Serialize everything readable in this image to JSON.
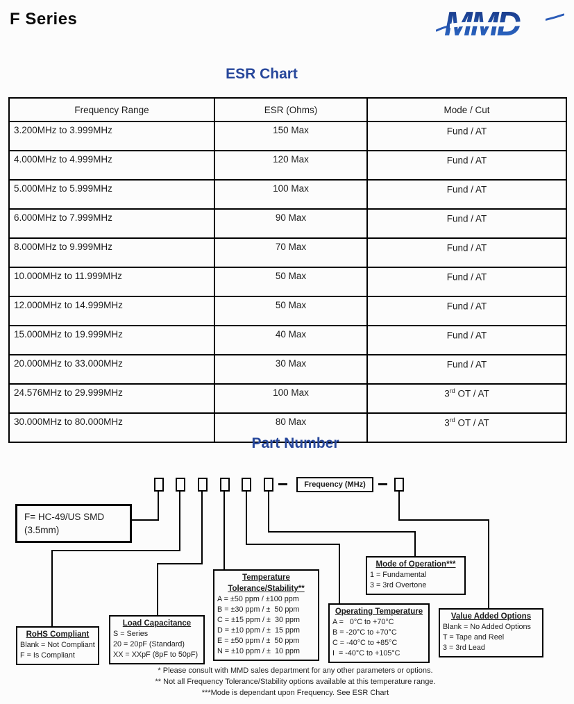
{
  "header": {
    "title": "F Series",
    "logo_text": "MMD"
  },
  "colors": {
    "heading_blue": "#27479b",
    "logo_blue_dark": "#16337f",
    "logo_blue_light": "#2f6fd0"
  },
  "esr_chart": {
    "heading": "ESR Chart",
    "columns": [
      "Frequency Range",
      "ESR (Ohms)",
      "Mode / Cut"
    ],
    "rows": [
      {
        "range": "3.200MHz to 3.999MHz",
        "esr": "150 Max",
        "mode": "Fund / AT",
        "mode_sup": "",
        "mode_rest": ""
      },
      {
        "range": "4.000MHz to 4.999MHz",
        "esr": "120 Max",
        "mode": "Fund / AT",
        "mode_sup": "",
        "mode_rest": ""
      },
      {
        "range": "5.000MHz to 5.999MHz",
        "esr": "100 Max",
        "mode": "Fund / AT",
        "mode_sup": "",
        "mode_rest": ""
      },
      {
        "range": "6.000MHz to 7.999MHz",
        "esr": "90 Max",
        "mode": "Fund / AT",
        "mode_sup": "",
        "mode_rest": ""
      },
      {
        "range": "8.000MHz to 9.999MHz",
        "esr": "70 Max",
        "mode": "Fund / AT",
        "mode_sup": "",
        "mode_rest": ""
      },
      {
        "range": "10.000MHz to 11.999MHz",
        "esr": "50 Max",
        "mode": "Fund / AT",
        "mode_sup": "",
        "mode_rest": ""
      },
      {
        "range": "12.000MHz to 14.999MHz",
        "esr": "50 Max",
        "mode": "Fund / AT",
        "mode_sup": "",
        "mode_rest": ""
      },
      {
        "range": "15.000MHz to 19.999MHz",
        "esr": "40 Max",
        "mode": "Fund / AT",
        "mode_sup": "",
        "mode_rest": ""
      },
      {
        "range": "20.000MHz to 33.000MHz",
        "esr": "30 Max",
        "mode": "Fund / AT",
        "mode_sup": "",
        "mode_rest": ""
      },
      {
        "range": "24.576MHz to 29.999MHz",
        "esr": "100 Max",
        "mode": "3",
        "mode_sup": "rd",
        "mode_rest": " OT / AT"
      },
      {
        "range": "30.000MHz to 80.000MHz",
        "esr": "80 Max",
        "mode": "3",
        "mode_sup": "rd",
        "mode_rest": " OT / AT"
      }
    ]
  },
  "part_number": {
    "heading": "Part Number",
    "frequency_box_label": "Frequency (MHz)",
    "series_box": {
      "line1": "F= HC-49/US SMD",
      "line2": "(3.5mm)"
    },
    "rohs": {
      "title": "RoHS Compliant",
      "lines": [
        "Blank = Not Compliant",
        "F = Is Compliant"
      ]
    },
    "load_capacitance": {
      "title": "Load Capacitance",
      "lines": [
        "S = Series",
        "20 = 20pF (Standard)",
        "XX = XXpF (8pF to 50pF)"
      ]
    },
    "temperature": {
      "title_line1": "Temperature",
      "title_line2": "Tolerance/Stability**",
      "lines": [
        "A = ±50 ppm / ±100 ppm",
        "B = ±30 ppm / ±  50 ppm",
        "C = ±15 ppm / ±  30 ppm",
        "D = ±10 ppm / ±  15 ppm",
        "E = ±50 ppm / ±  50 ppm",
        "N = ±10 ppm / ±  10 ppm"
      ]
    },
    "operating_temperature": {
      "title": "Operating Temperature",
      "lines": [
        "A =   0°C to +70°C",
        "B = -20°C to +70°C",
        "C = -40°C to +85°C",
        "I  = -40°C to +105°C"
      ]
    },
    "mode_of_operation": {
      "title": "Mode of Operation",
      "stars": "***",
      "lines": [
        "1 = Fundamental",
        "3 = 3rd Overtone"
      ]
    },
    "value_added_options": {
      "title": "Value Added Options",
      "lines": [
        "Blank = No Added Options",
        "T = Tape and Reel",
        "3 = 3rd Lead"
      ]
    },
    "footnotes": [
      "* Please consult with MMD sales department for any other parameters or options.",
      "** Not all Frequency Tolerance/Stability options available at this temperature range.",
      "***Mode is dependant upon Frequency. See ESR Chart"
    ]
  }
}
